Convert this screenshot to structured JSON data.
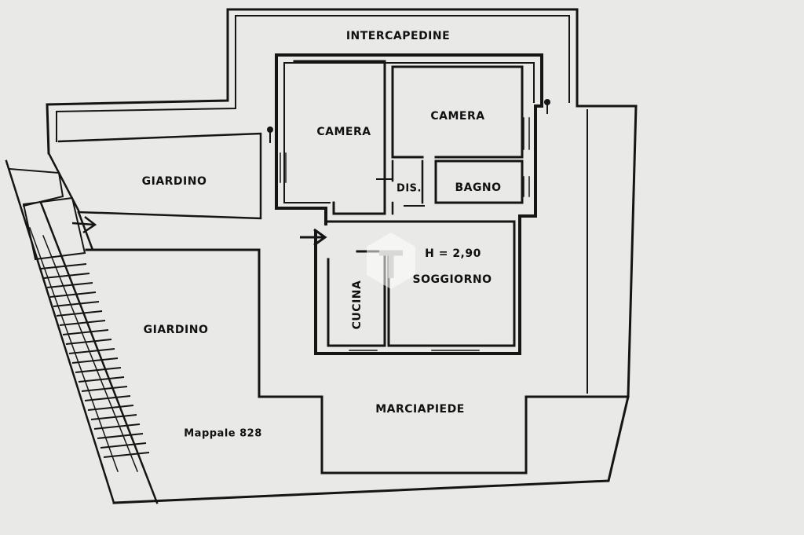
{
  "plan": {
    "rooms": {
      "intercapedine": "INTERCAPEDINE",
      "camera_1": "CAMERA",
      "camera_2": "CAMERA",
      "dis": "DIS.",
      "bagno": "BAGNO",
      "giardino_top": "GIARDINO",
      "giardino_bottom": "GIARDINO",
      "soggiorno": "SOGGIORNO",
      "cucina": "CUCINA",
      "marciapiede": "MARCIAPIEDE"
    },
    "height_label": "H = 2,90",
    "mappale_label": "Mappale 828"
  },
  "colors": {
    "paper": "#e9e9e7",
    "ink": "#111111",
    "watermark": "#ffffff"
  },
  "icons": [
    "entry-arrow-icon",
    "entry-arrow-icon",
    "downpipe-icon",
    "downpipe-icon",
    "watermark-logo-icon"
  ]
}
